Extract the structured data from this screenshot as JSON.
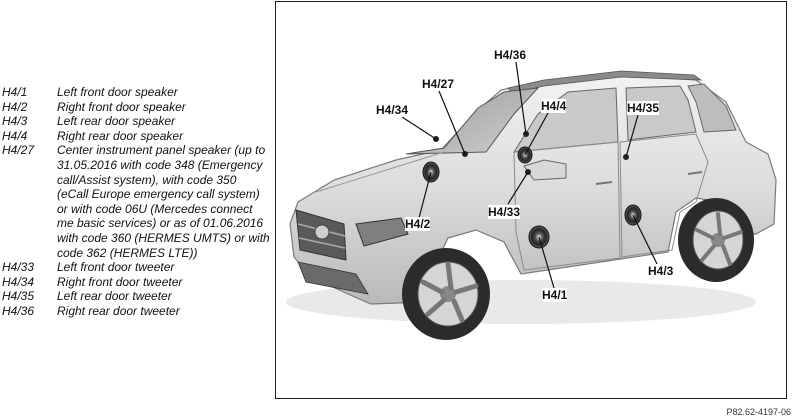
{
  "legend": [
    {
      "code": "H4/1",
      "description": "Left front door speaker"
    },
    {
      "code": "H4/2",
      "description": "Right front door speaker"
    },
    {
      "code": "H4/3",
      "description": "Left rear door speaker"
    },
    {
      "code": "H4/4",
      "description": "Right rear door speaker"
    },
    {
      "code": "H4/27",
      "description": "Center instrument panel speaker (up to 31.05.2016 with code 348 (Emergency call/Assist system), with code 350 (eCall Europe emergency call system) or with code 06U (Mercedes connect me basic services) or as of 01.06.2016 with code 360 (HERMES UMTS) or with code 362 (HERMES LTE))"
    },
    {
      "code": "H4/33",
      "description": "Left front door tweeter"
    },
    {
      "code": "H4/34",
      "description": "Right front door tweeter"
    },
    {
      "code": "H4/35",
      "description": "Left rear door tweeter"
    },
    {
      "code": "H4/36",
      "description": "Right rear door tweeter"
    }
  ],
  "callouts": {
    "h4_36": "H4/36",
    "h4_27": "H4/27",
    "h4_34": "H4/34",
    "h4_4": "H4/4",
    "h4_35": "H4/35",
    "h4_2": "H4/2",
    "h4_33": "H4/33",
    "h4_3": "H4/3",
    "h4_1": "H4/1"
  },
  "figure_id": "P82.62-4197-06"
}
